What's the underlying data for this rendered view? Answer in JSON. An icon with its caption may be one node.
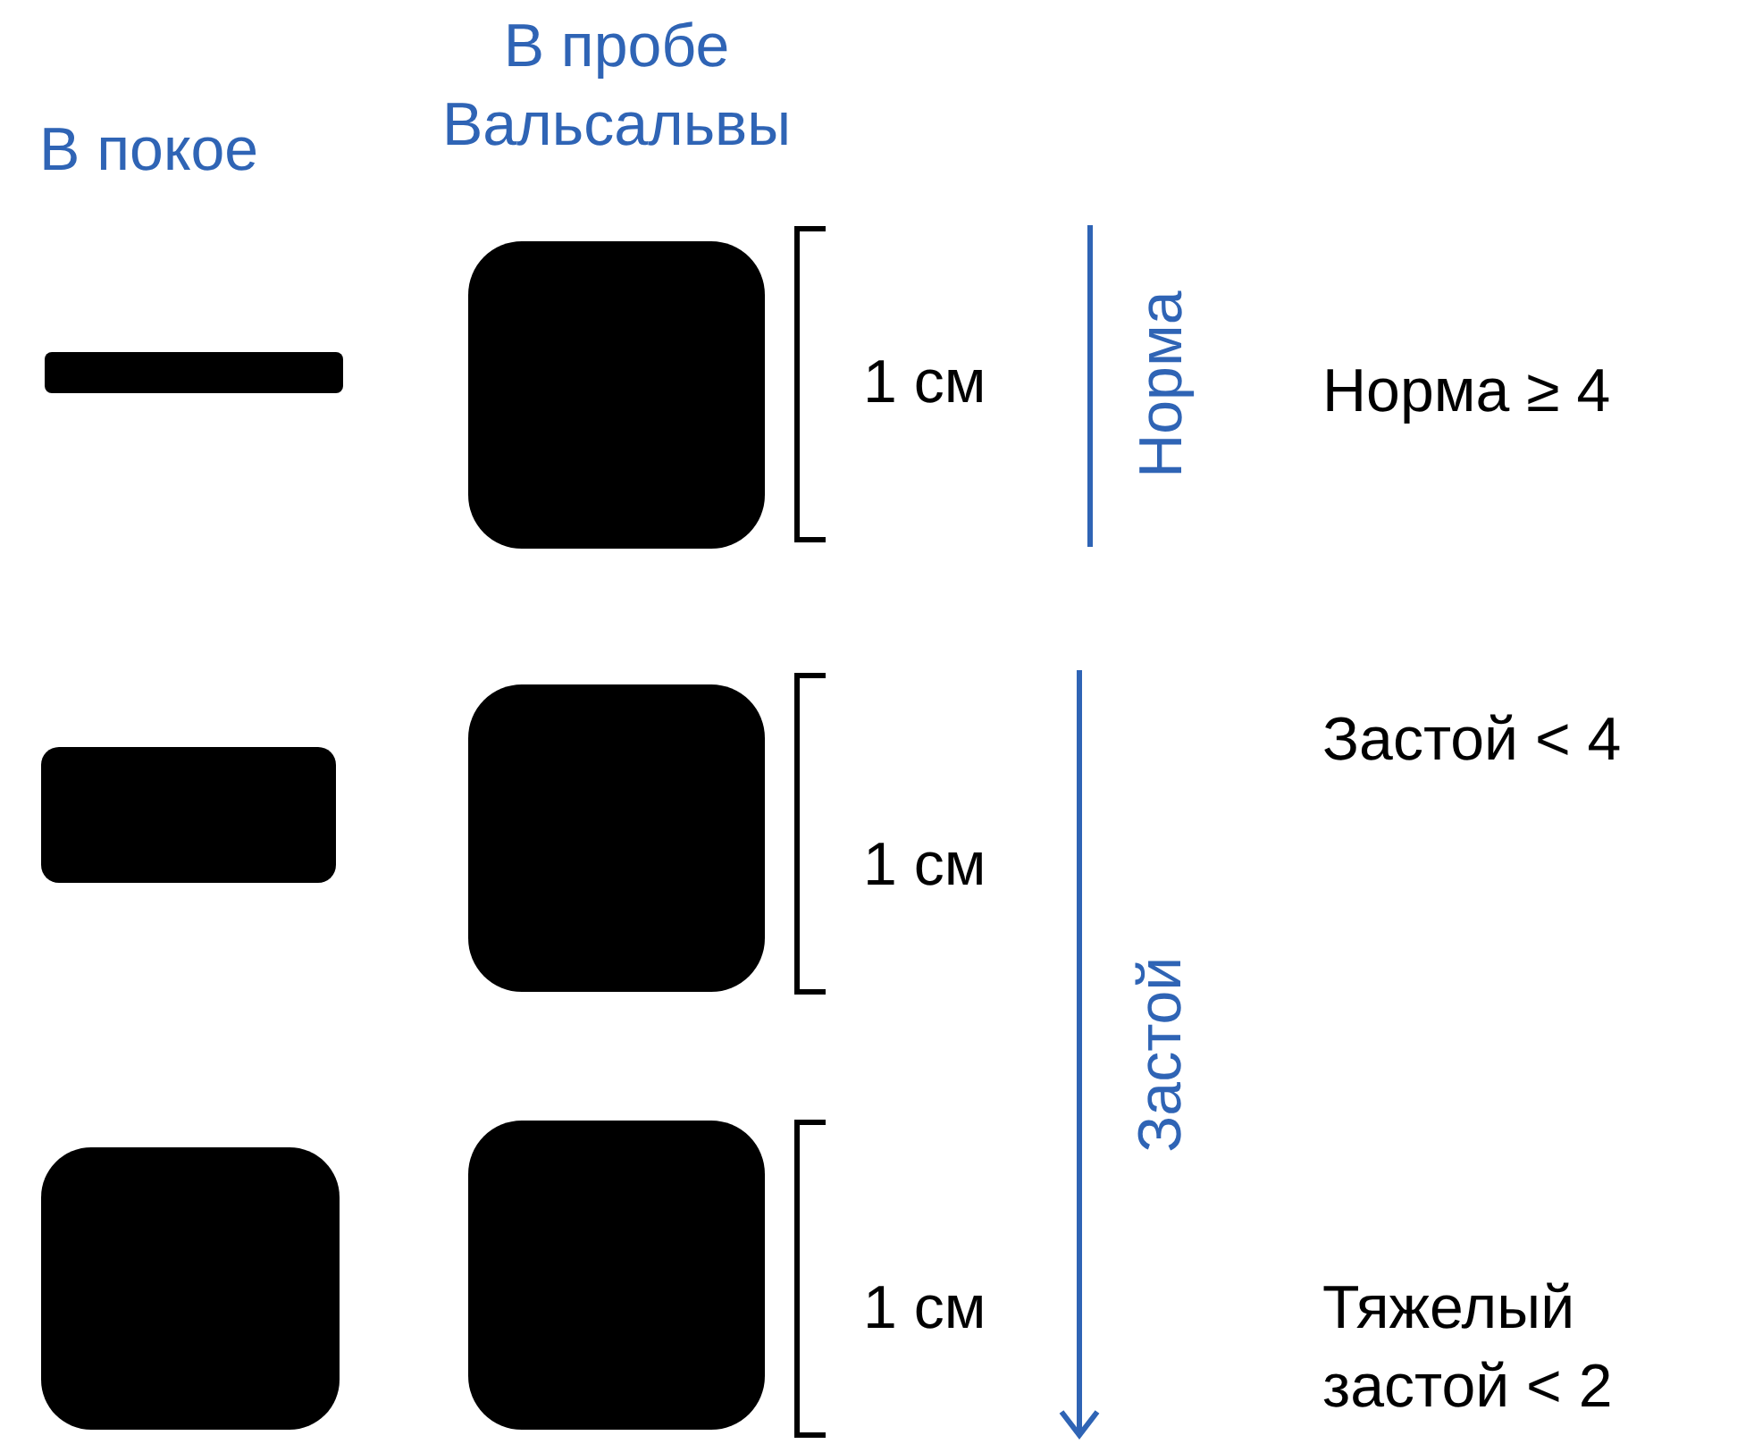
{
  "diagram": {
    "nodes": [
      {
        "text": [],
        "shape": "box"
      },
      {
        "text": [],
        "shape": "box"
      },
      {
        "text": [],
        "shape": "box"
      },
      {
        "text": [],
        "shape": "box"
      },
      {
        "text": [],
        "shape": "box"
      },
      {
        "text": [],
        "shape": "box"
      }
    ],
    "labels": [
      "В покое",
      "В пробе Вальсальвы",
      "1 см",
      "Норма",
      "Норма ≥ 4",
      "Застой < 4",
      "1 см",
      "Застой",
      "1 см",
      "Тяжелый застой < 2"
    ]
  }
}
